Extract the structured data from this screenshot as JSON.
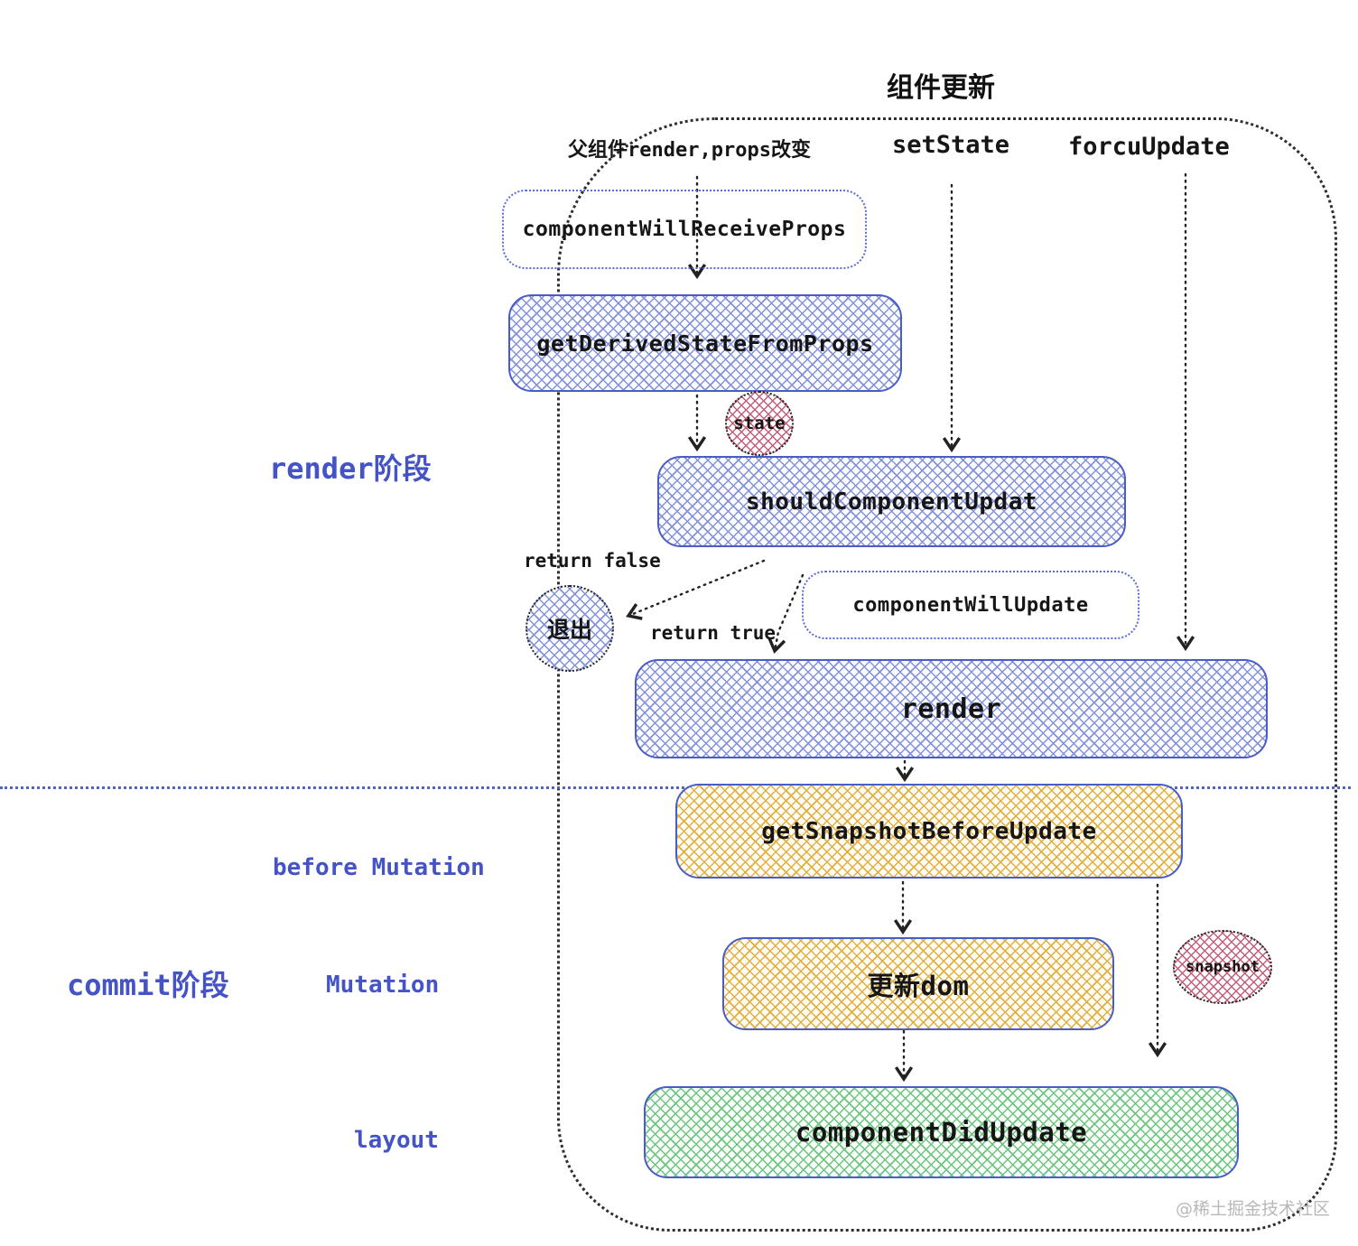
{
  "title": "组件更新",
  "triggers": {
    "parent_render": "父组件render,props改变",
    "set_state": "setState",
    "force_update": "forcuUpdate"
  },
  "phase_labels": {
    "render_phase": "render阶段",
    "commit_phase": "commit阶段",
    "before_mutation": "before Mutation",
    "mutation": "Mutation",
    "layout": "layout"
  },
  "nodes": {
    "component_will_receive_props": "componentWillReceiveProps",
    "get_derived_state_from_props": "getDerivedStateFromProps",
    "state": "state",
    "should_component_update": "shouldComponentUpdat",
    "exit": "退出",
    "component_will_update": "componentWillUpdate",
    "render": "render",
    "get_snapshot_before_update": "getSnapshotBeforeUpdate",
    "update_dom": "更新dom",
    "snapshot": "snapshot",
    "component_did_update": "componentDidUpdate"
  },
  "edge_labels": {
    "return_false": "return false",
    "return_true": "return true"
  },
  "watermark": "@稀土掘金技术社区",
  "colors": {
    "box_border": "#4a5cc5",
    "hatch_blue": "#8392db",
    "hatch_yellow": "#e2ae3f",
    "hatch_green": "#6cc47e",
    "hatch_red": "#c65d78",
    "dashed_box_border": "#5b6bd6",
    "phase_label": "#4453c5",
    "divider": "#4f63cc",
    "arrow": "#222222",
    "watermark": "#b8b8b8"
  }
}
